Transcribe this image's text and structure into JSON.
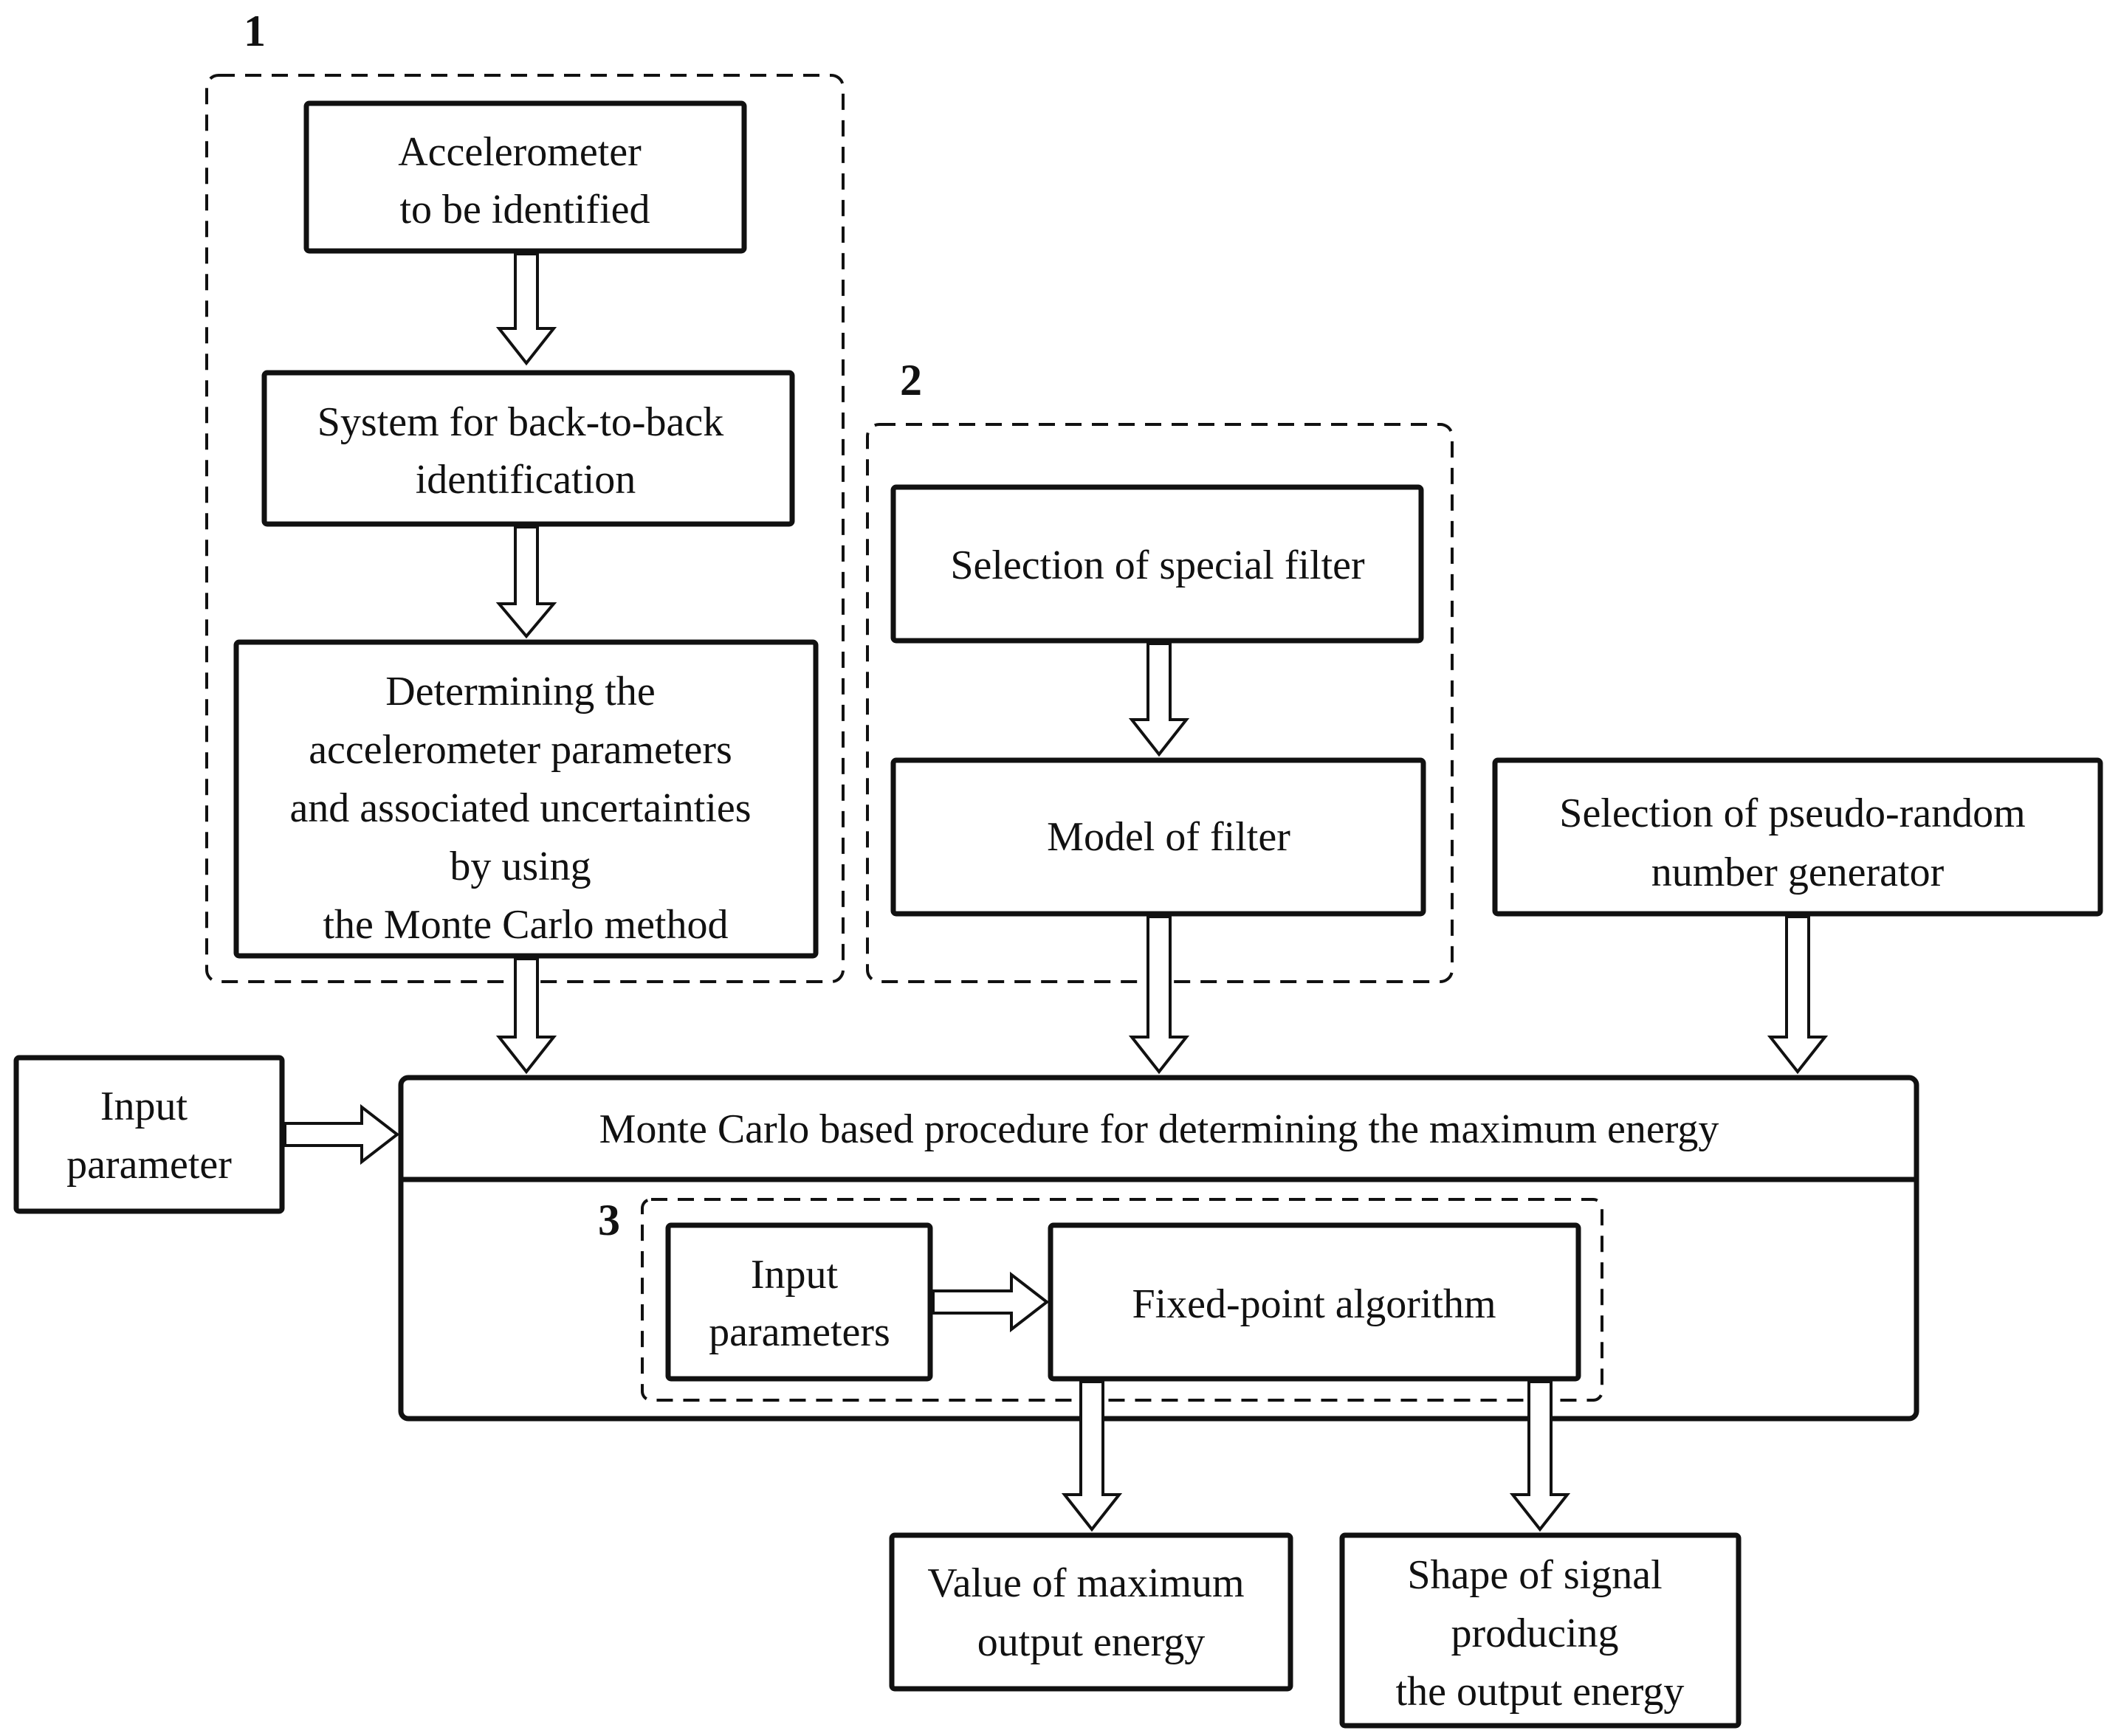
{
  "groups": {
    "g1": "1",
    "g2": "2",
    "g3": "3"
  },
  "boxes": {
    "accelerometer": [
      "Accelerometer",
      "to be identified"
    ],
    "back_to_back": [
      "System for back-to-back",
      "identification"
    ],
    "determining": [
      "Determining the",
      "accelerometer parameters",
      "and associated uncertainties",
      "by using",
      "the Monte Carlo method"
    ],
    "special_filter": [
      "Selection of special filter"
    ],
    "model_filter": [
      "Model of filter"
    ],
    "prng": [
      "Selection of pseudo-random",
      "number generator"
    ],
    "input_parameter": [
      "Input",
      "parameter"
    ],
    "monte_carlo": [
      "Monte Carlo based procedure for determining the maximum energy"
    ],
    "input_parameters": [
      "Input",
      "parameters"
    ],
    "fixed_point": [
      "Fixed-point algorithm"
    ],
    "value_max": [
      "Value of maximum",
      "output energy"
    ],
    "shape_signal": [
      "Shape of signal",
      "producing",
      "the output energy"
    ]
  }
}
